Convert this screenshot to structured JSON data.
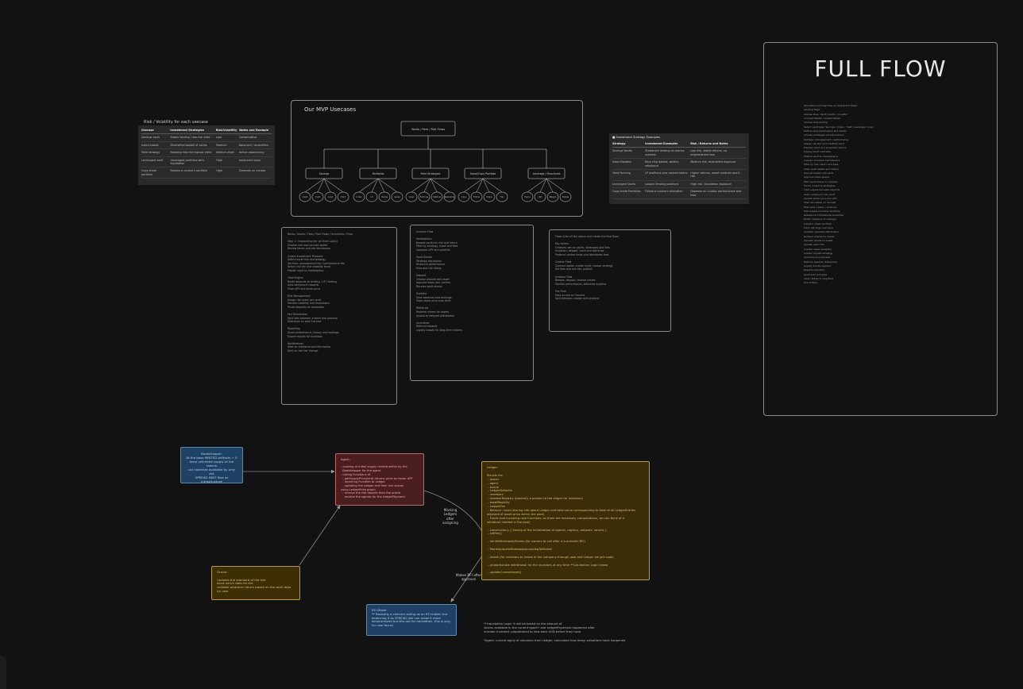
{
  "risk_table": {
    "title": "Risk / Volatility for each usecase",
    "headers": [
      "Usecase",
      "Investment Strategies",
      "Risk/Volatility",
      "Notes and Example"
    ],
    "rows": [
      [
        "Savings vault",
        "Stable lending / low-risk yield",
        "Low",
        "Conservative"
      ],
      [
        "Index basket",
        "Diversified basket of vaults",
        "Medium",
        "Balanced / diversified"
      ],
      [
        "Yield strategy",
        "Rotating into the highest yield",
        "Medium-High",
        "Active rebalancing"
      ],
      [
        "Leveraged vault",
        "Leveraged positions with liquidation",
        "High",
        "Advanced users"
      ],
      [
        "Copy-trade portfolio",
        "Follows a curator's portfolio",
        "High",
        "Depends on curator"
      ]
    ]
  },
  "mvp": {
    "title": "Our MVP Usecases",
    "root": "Vaults / Fees / Risk Flows",
    "children": [
      {
        "label": "Savings",
        "leaves": [
          "Vault",
          "Yield",
          "Lend",
          "Hold"
        ]
      },
      {
        "label": "Portfolios",
        "leaves": [
          "Index",
          "LP",
          "Hedge",
          "Swap"
        ]
      },
      {
        "label": "Yield Strategies",
        "leaves": [
          "Loop",
          "Farming",
          "Staking",
          "Restaking"
        ]
      },
      {
        "label": "Social/Copy Portfolio",
        "leaves": [
          "Copy",
          "Follow",
          "Share",
          "Top"
        ]
      },
      {
        "label": "Leverage / Structured",
        "leaves": [
          "Perps",
          "Opt",
          "Margin",
          "Hedge"
        ]
      }
    ]
  },
  "strategy_table": {
    "title": "Investment Strategy Examples",
    "headers": [
      "Strategy",
      "Investment Examples",
      "Risk / Returns and Notes"
    ],
    "rows": [
      [
        "Savings Vaults",
        "Stablecoin lending on money markets",
        "Low risk, stable returns, no impermanent loss"
      ],
      [
        "Index Baskets",
        "Blue-chip basket, weekly rebalance",
        "Medium risk, diversified exposure"
      ],
      [
        "Yield Farming",
        "LP positions plus reward tokens",
        "Higher returns, smart contract and IL risk"
      ],
      [
        "Leveraged Vaults",
        "Looped lending positions",
        "High risk, liquidation exposure"
      ],
      [
        "Copy-trade Portfolios",
        "Follow a curator's allocation",
        "Depends on curator performance and fees"
      ]
    ]
  },
  "doc1_lines": [
    "Notes / Vaults / Fees / Risk Flows / Incentives / Flow",
    "",
    "Step 1: Onboarding (for all three users)",
    "Choose role and connect wallet",
    "Review terms and risk disclosures",
    "",
    "Create Investment Products",
    "Define asset mix and strategy",
    "Set fees: management fee / performance fee",
    "Select risk tier and volatility band",
    "Publish vault to marketplace",
    "",
    "Yield Engine",
    "Route deposits to lending / LP / staking",
    "Auto-compound rewards",
    "Track APY and share price",
    "",
    "Risk Management",
    "Assign risk score per vault",
    "Monitor volatility and drawdowns",
    "Pause deposits on anomalies",
    "",
    "Fee Distribution",
    "Split fees between creator and protocol",
    "Distribute on each harvest",
    "",
    "Reporting",
    "Show performance, history and holdings",
    "Export reports for investors",
    "",
    "Notifications",
    "Alert on rebalance and fee events",
    "Alert on risk tier change"
  ],
  "doc2_lines": [
    "Investor Flow",
    "",
    "Marketplace",
    "Browse vaults by risk and return",
    "Filter by strategy, asset and fees",
    "Compare APY and volatility",
    "",
    "Vault Details",
    "Strategy description",
    "Historical performance",
    "Fees and risk rating",
    "",
    "Deposit",
    "Choose amount and asset",
    "Approve token and confirm",
    "Receive vault shares",
    "",
    "Portfolio",
    "View balances and earnings",
    "Track share price over time",
    "",
    "Withdraw",
    "Redeem shares for assets",
    "Instant or delayed withdrawal",
    "",
    "Incentives",
    "Referral rewards",
    "Loyalty boosts for long-term holders"
  ],
  "doc3_lines": [
    "Flows (Use all the above and create the final flow)",
    "",
    "Key Actors",
    "Creators: set up vaults, strategies and fees",
    "Investors: deposit, track and withdraw",
    "Protocol: routes funds and distributes fees",
    "",
    "Creator Flow",
    "Connect wallet, create vault, choose strategy",
    "Set fees and risk tier, publish",
    "",
    "Investor Flow",
    "Browse, deposit, receive shares",
    "Monitor performance, withdraw anytime",
    "",
    "Fee Flow",
    "Fees accrue on harvest",
    "Split between creator and protocol"
  ],
  "full_flow": {
    "title": "FULL FLOW",
    "lines": [
      "Standalone full App flow as Sequential Steps",
      "Landing Page",
      "Choose Role: Vault Creator / Investor",
      "Connect Wallet / Create Wallet",
      "Choose Onboarding",
      "Select vault type: Savings / Index / Yield / Leverage / Copy",
      "Define vault parameters and assets",
      "Choose strategies and allocations",
      "Set fees: management / performance",
      "Assign risk tier and volatility band",
      "Preview vault and projected returns",
      "Deploy vault contracts",
      "Publish vault to marketplace",
      "Investor browses marketplace",
      "Filter by risk, return and fees",
      "View vault details and history",
      "Deposit assets into vault",
      "Approve token spend",
      "Mint vault shares to investor",
      "Funds routed to strategies",
      "Yield engine harvests rewards",
      "Auto-compound into vault",
      "Update share price and APY",
      "Fees calculated on harvest",
      "Fees split creator / protocol",
      "Risk engine monitors volatility",
      "Rebalance if thresholds breached",
      "Notify investors of changes",
      "Investor views portfolio",
      "Track earnings over time",
      "Investor requests withdrawal",
      "Redeem shares for assets",
      "Transfer assets to wallet",
      "Update vault TVL",
      "Creator views analytics",
      "Creator adjusts strategy",
      "Governance proposals",
      "Referral rewards distributed",
      "Loyalty boosts applied",
      "Reports exported",
      "Audit trail recorded",
      "Vault retired or migrated",
      "End of flow"
    ]
  },
  "notes": {
    "blue1": "Bootstrapper:\nAt the base MINTED artifacts = 0\nkeep unlimited supply of the tokens\ncan tokenize available by only the\nSPREAD MINT flow as infrastructure\ncreated is working, now create shares",
    "agent": "Agent:\n\n- Looking at initial supply minted within by the\n  Bootstrapper for the agent\n- Listing Functions of\n  - getSupplyPrice(uint) returns price by factor APY\n  - reporting Function to Ledger\n  - updating the Ledger and their risk scores\nusing LedgerPrice graph\n  - receive the risk reports from the oracle\n  - receive the signals for the LedgerPayment",
    "oracle": "Oracle:\n\nUpdates the standard of the risk\nbasis which data for the\nvalidate whatever return based on the work data\nfor now",
    "ledger": "Ledger:\n\nStructs for:\n - owner\n - agent\n - oracle\n - LedgerDefaults\n - investors\n - investorRegistry (basically a pointer to the ledger for investors)\n - assetRegistry\n - LedgerFee\n - Balance / pool (storing info about Ledger and total value corresponding to total of all LedgerEntries\nadjusted of asset price within the pool)\n - Funds (not including new functions, as there are necessary computations, we can think of it\nwhatever needed in the pool)\n\n - constructor() { Saving of the initialization of agents, registry, network, structs }\n - setFee()\n\n - mintWithdrawalsShares (for owners to call after a successful RFI)\n\n - MarketplaceWithdrawalAccordingToMarket\n\n - invest (for investors to invest in the company through pool and Ledger we get code)\n\n - proportionate withdrawal for the investors at any time **Liquidation Logic below\n\n - updateCurrentAsset()",
    "rfi": "RFI Maker\n** Basically a contract acting as an RFI maker and\nbalancing it as SPREAD (we can make it more\ndecentralized but this not for hackathon, this is only\nfor now focus)",
    "footnote1": "**Liquidation Logic: it will be based on the amount of\nshares available in the current epoch\" and LedgerPayments happened after\ninvestor invested, proportional to how each AUD before they have",
    "footnote2": "*Agent: current apply of valuation from Ledger, calculated how many valuations have happened",
    "edge_label_1": "Marking\nLedgers\nafter\nassigning",
    "edge_label_2": "Makes RFI after\napproval"
  }
}
